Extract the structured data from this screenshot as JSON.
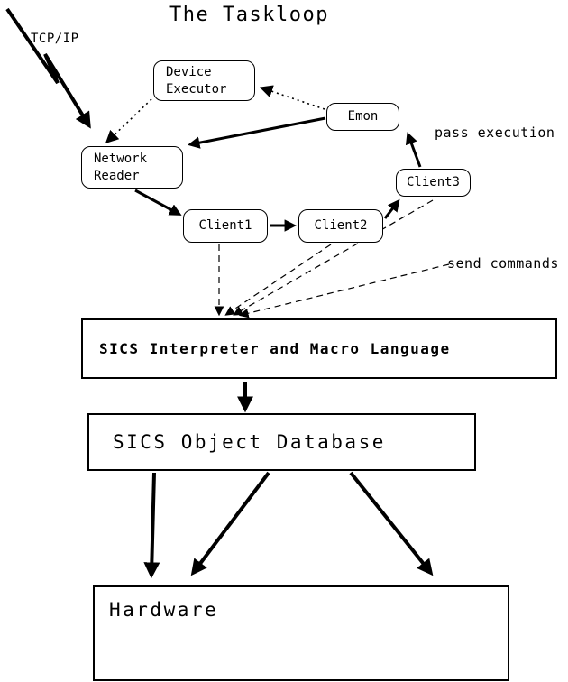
{
  "title": "The Taskloop",
  "labels": {
    "tcp_ip": "TCP/IP",
    "pass_execution": "pass execution",
    "send_commands": "send commands"
  },
  "nodes": {
    "device_executor": "Device Executor",
    "emon": "Emon",
    "network_reader": "Network Reader",
    "client1": "Client1",
    "client2": "Client2",
    "client3": "Client3",
    "interpreter": "SICS Interpreter and Macro Language",
    "database": "SICS Object Database",
    "hardware": "Hardware"
  },
  "colors": {
    "stroke": "#000000",
    "background": "#ffffff"
  }
}
